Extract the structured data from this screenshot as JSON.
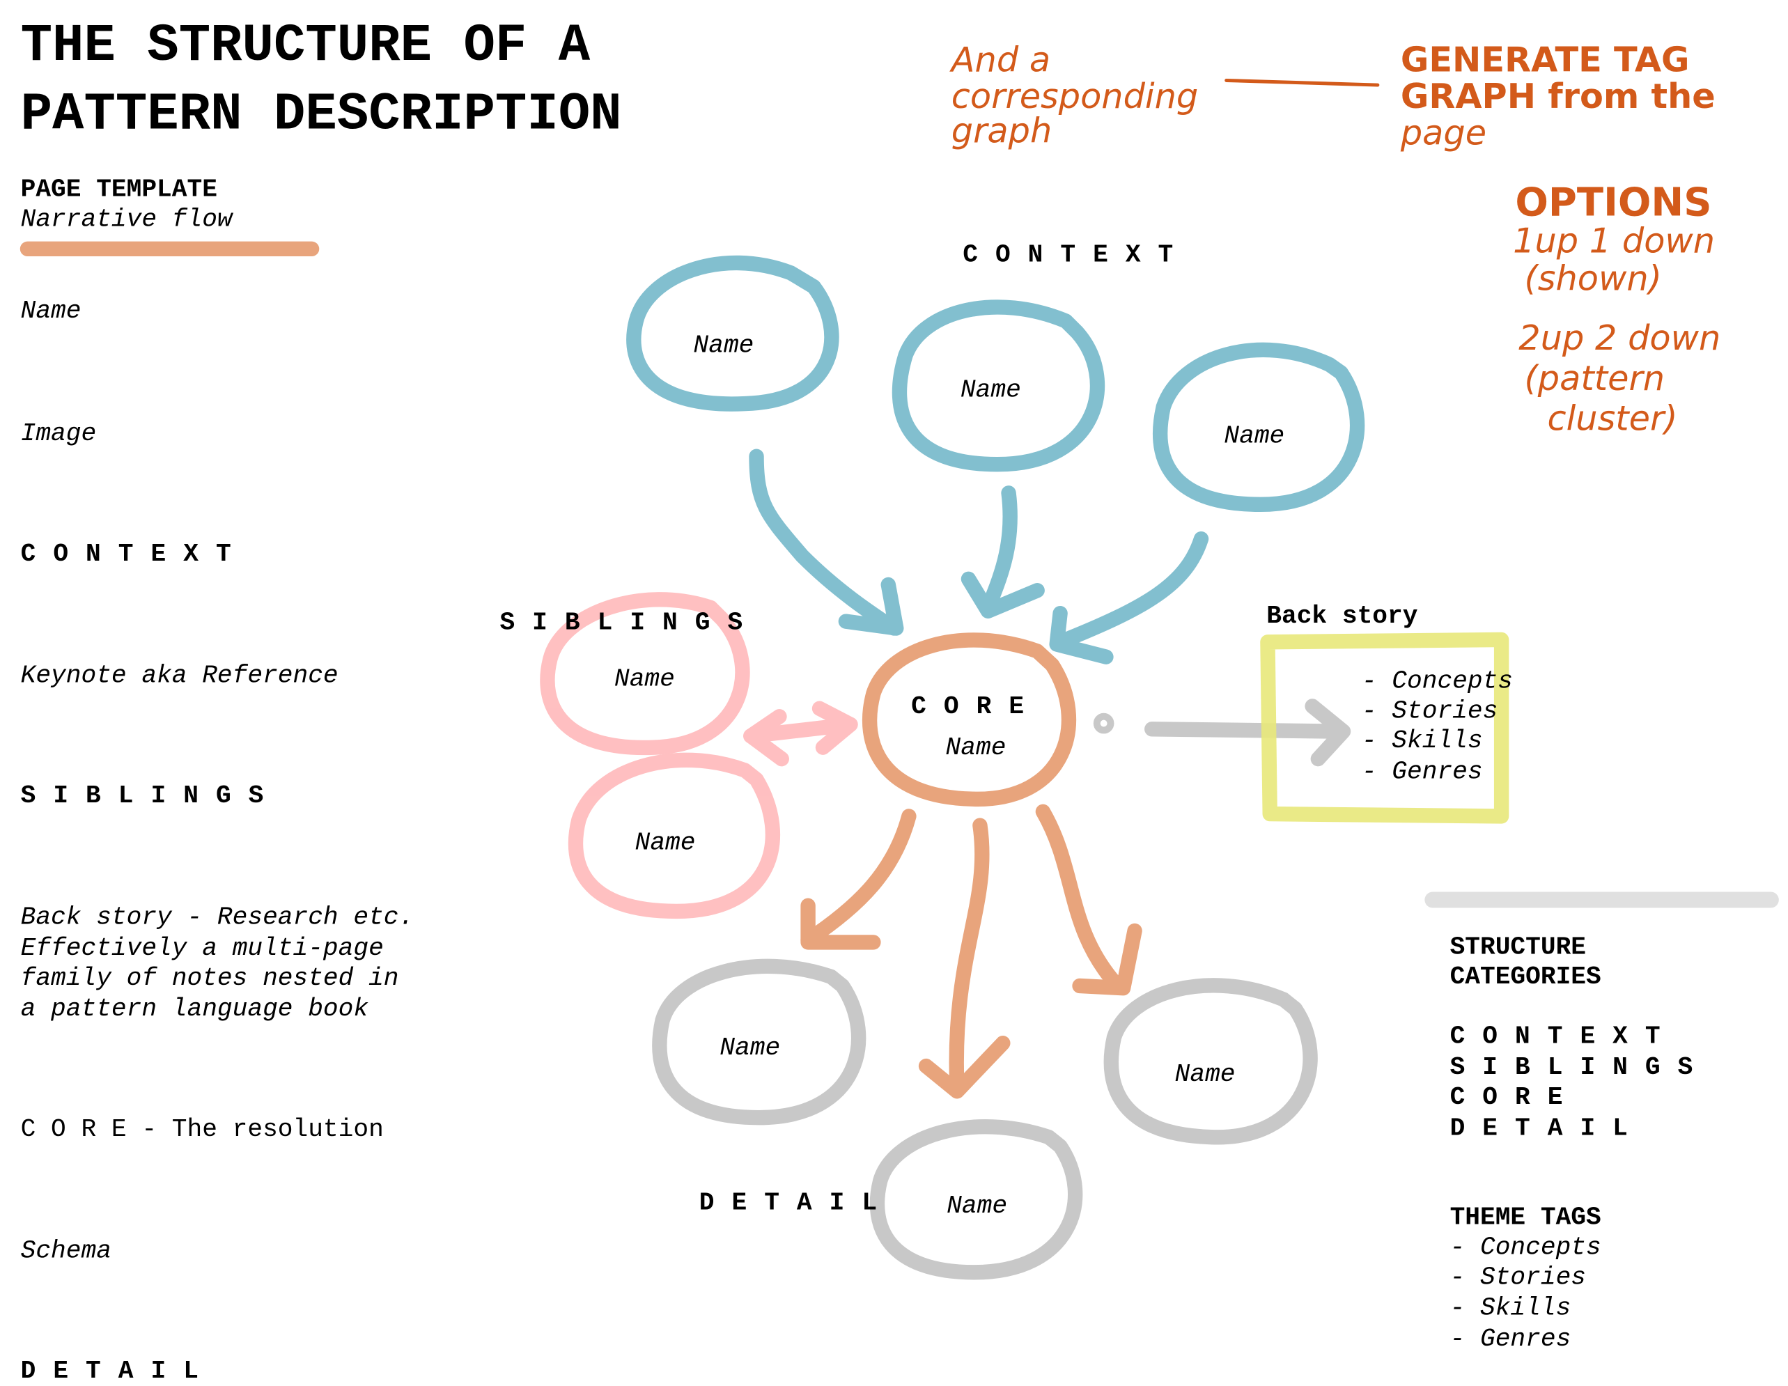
{
  "title": {
    "line1": "THE STRUCTURE OF A",
    "line2": "PATTERN DESCRIPTION"
  },
  "template": {
    "heading": "PAGE TEMPLATE",
    "subheading": "Narrative flow",
    "items": {
      "name": "Name",
      "image": "Image",
      "context": "C O N T E X T",
      "keynote": "Keynote aka Reference",
      "siblings": "S I B L I N G S",
      "backstory": [
        "Back story - Research etc.",
        "Effectively a multi-page",
        "family of notes nested in",
        "a pattern language book"
      ],
      "core": "C O R E - The resolution",
      "schema": "Schema",
      "detail": "D E T A I L"
    }
  },
  "graph": {
    "context_label": "C O N T E X T",
    "siblings_label": "S I B L I N G S",
    "detail_label": "D E T A I L",
    "core_label": "C O R E",
    "node_label": "Name",
    "backstory": {
      "title": "Back story",
      "items": [
        "- Concepts",
        "- Stories",
        "- Skills",
        "- Genres"
      ]
    }
  },
  "sidebar": {
    "structure_heading": [
      "STRUCTURE",
      "CATEGORIES"
    ],
    "categories": [
      "C O N T E X T",
      "S I B L I N G S",
      "C O R E",
      "D E T A I L"
    ],
    "theme_heading": "THEME TAGS",
    "themes": [
      "- Concepts",
      "- Stories",
      "- Skills",
      "- Genres"
    ]
  },
  "annotations": {
    "corresponding": [
      "And a",
      "corresponding",
      "graph"
    ],
    "generate": [
      "GENERATE TAG",
      "GRAPH from the",
      "page"
    ],
    "options_heading": "OPTIONS",
    "options": [
      "1up 1 down",
      "(shown)",
      "2up 2 down",
      "(pattern",
      "cluster)"
    ]
  },
  "colors": {
    "context": "#82bfcf",
    "siblings": "#ffbfc0",
    "core": "#e8a47c",
    "detail": "#c8c8c8",
    "backstory": "#e8e87a",
    "annotation": "#d35a1a"
  }
}
